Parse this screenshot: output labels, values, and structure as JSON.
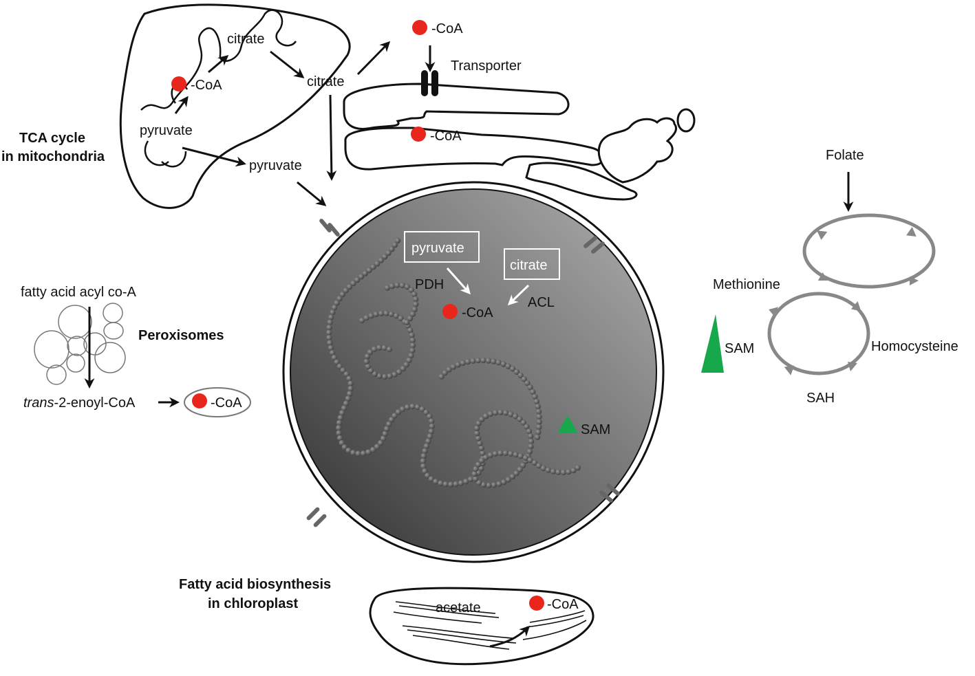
{
  "colors": {
    "acetyl_dot": "#e8261c",
    "sam_triangle": "#18a84c",
    "nucleus_dark": "#3a3a3a",
    "nucleus_light": "#a8a8a8",
    "cycle_gray": "#888888"
  },
  "mitochondria": {
    "title_line1": "TCA cycle",
    "title_line2": "in mitochondria",
    "citrate": "citrate",
    "coa": "-CoA",
    "pyruvate": "pyruvate"
  },
  "cytoplasm": {
    "citrate": "citrate",
    "pyruvate": "pyruvate",
    "coa_top": "-CoA",
    "transporter": "Transporter",
    "coa_er": "-CoA"
  },
  "nucleus": {
    "pyruvate_box": "pyruvate",
    "citrate_box": "citrate",
    "pdh": "PDH",
    "acl": "ACL",
    "coa": "-CoA",
    "sam": "SAM"
  },
  "peroxisome": {
    "input": "fatty acid acyl co-A",
    "title": "Peroxisomes",
    "product_italic": "trans",
    "product_rest": "-2-enoyl-CoA",
    "coa": "-CoA"
  },
  "chloroplast": {
    "title_line1": "Fatty acid biosynthesis",
    "title_line2": "in chloroplast",
    "acetate": "acetate",
    "coa": "-CoA"
  },
  "one_carbon": {
    "folate": "Folate",
    "methionine": "Methionine",
    "homocysteine": "Homocysteine",
    "sah": "SAH",
    "sam": "SAM"
  }
}
